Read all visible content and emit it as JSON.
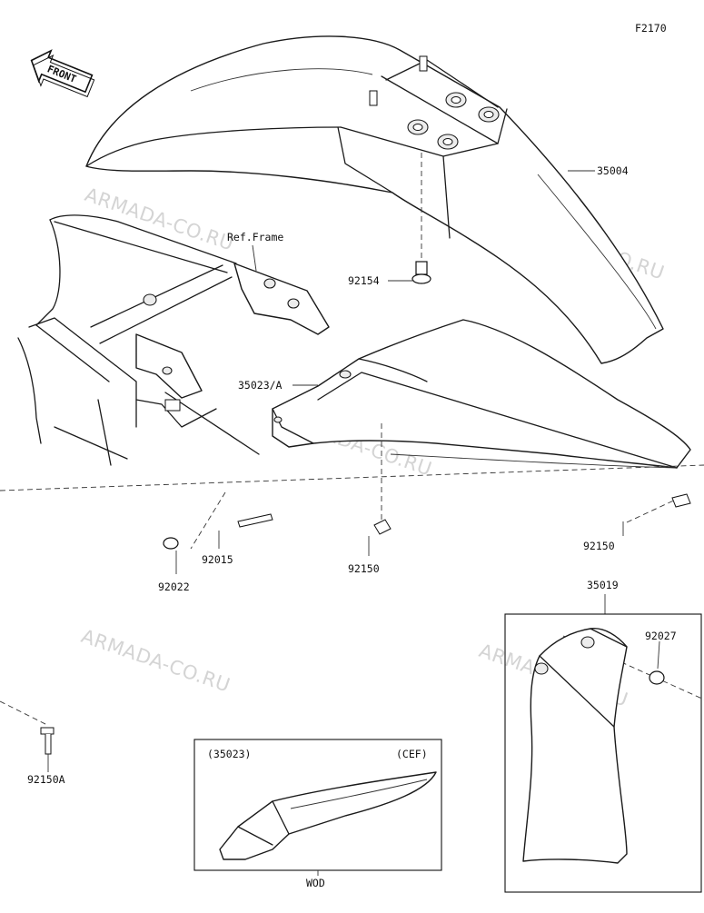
{
  "figure_code": "F2170",
  "front_badge": "FRONT",
  "watermark": "ARMADA-CO.RU",
  "ref_frame_label": "Ref.Frame",
  "callouts": {
    "p35004": "35004",
    "p92154": "92154",
    "p35023a": "35023/A",
    "p92015": "92015",
    "p92022": "92022",
    "p92150_center": "92150",
    "p92150_right": "92150",
    "p35019": "35019",
    "p92027": "92027",
    "p92150a": "92150A"
  },
  "inset": {
    "part_ref": "(35023)",
    "variant": "(CEF)",
    "color_code": "WOD"
  }
}
